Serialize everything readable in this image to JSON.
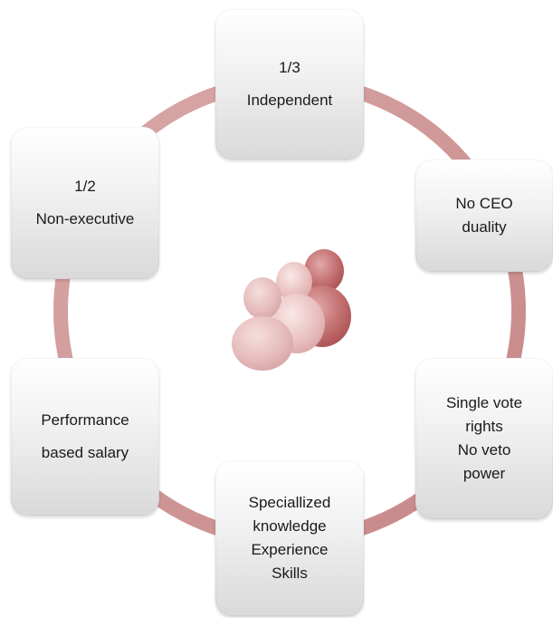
{
  "nodes": [
    {
      "id": "independent-third",
      "lines": [
        "1/3",
        "Independent"
      ]
    },
    {
      "id": "no-ceo-duality",
      "lines": [
        "No CEO",
        "duality"
      ]
    },
    {
      "id": "single-vote-rights",
      "lines": [
        "Single vote",
        "rights",
        "No veto",
        "power"
      ]
    },
    {
      "id": "specialized-knowledge",
      "lines": [
        "Speciallized",
        "knowledge",
        "Experience",
        "Skills"
      ]
    },
    {
      "id": "performance-salary",
      "lines": [
        "Performance",
        "based salary"
      ]
    },
    {
      "id": "non-executive-half",
      "lines": [
        "1/2",
        "Non-executive"
      ]
    }
  ],
  "center_icon": "people-group-icon",
  "colors": {
    "ring": "#d39e9e",
    "ring_dark": "#b97777",
    "icon_light": "#e9c3c3",
    "icon_dark": "#b5595b"
  }
}
